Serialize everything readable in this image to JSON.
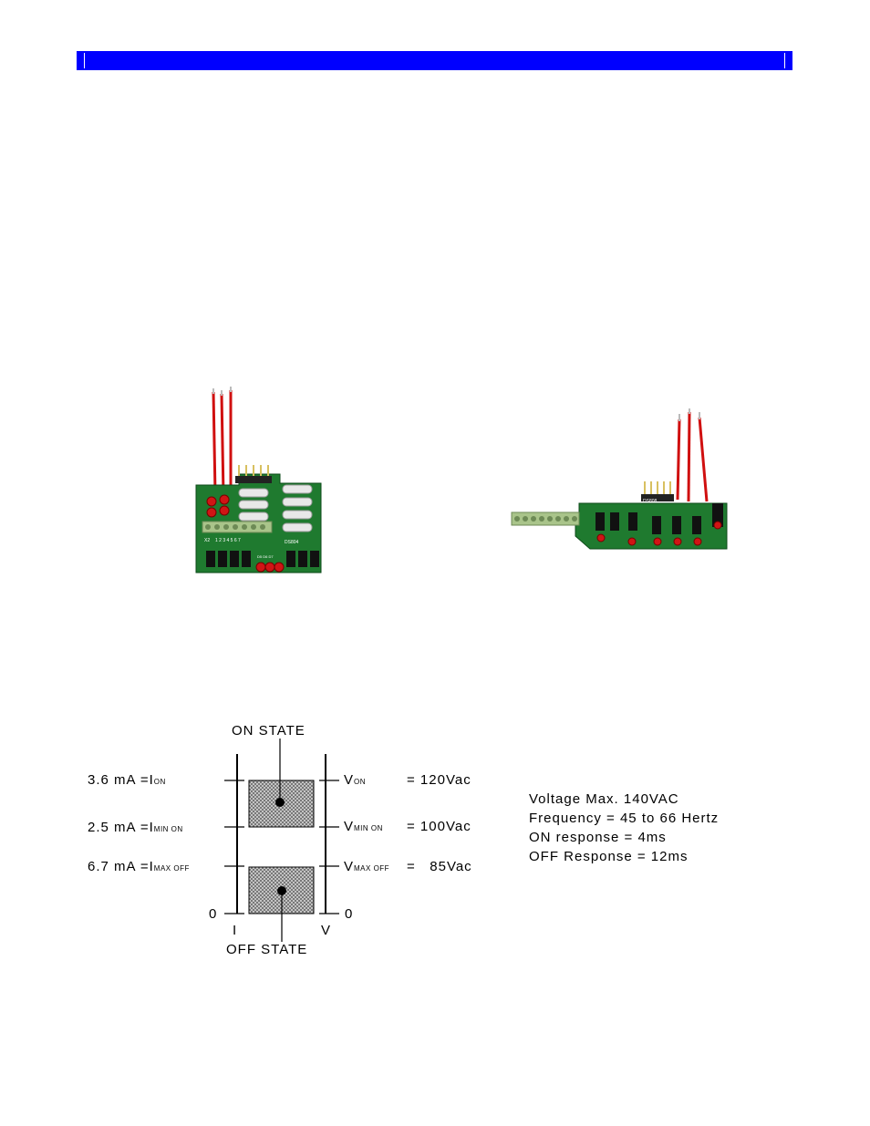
{
  "diagram": {
    "on_state_label": "ON STATE",
    "off_state_label": "OFF STATE",
    "left_rows": [
      {
        "value": "3.6 mA =I",
        "sub": "ON"
      },
      {
        "value": "2.5 mA =I",
        "sub": "MIN ON"
      },
      {
        "value": "6.7 mA =I",
        "sub": "MAX OFF"
      }
    ],
    "right_rows": [
      {
        "prefix": "V",
        "sub": "ON",
        "value": "= 120Vac"
      },
      {
        "prefix": "V",
        "sub": "MIN ON",
        "value": "= 100Vac"
      },
      {
        "prefix": "V",
        "sub": "MAX OFF",
        "value": "=   85Vac"
      }
    ],
    "zero_left": "0",
    "zero_right": "0",
    "axis_left": "I",
    "axis_right": "V"
  },
  "specs": [
    "Voltage Max. 140VAC",
    "Frequency = 45 to 66 Hertz",
    "ON response = 4ms",
    "OFF Response = 12ms"
  ],
  "board_left": {
    "label_x2": "X2",
    "label_pins": "1  2  3  4  5  6  7",
    "label_ds": "DS804",
    "label_leds": "D5  D6  D7"
  },
  "board_right": {
    "label_ds": "DS808"
  }
}
